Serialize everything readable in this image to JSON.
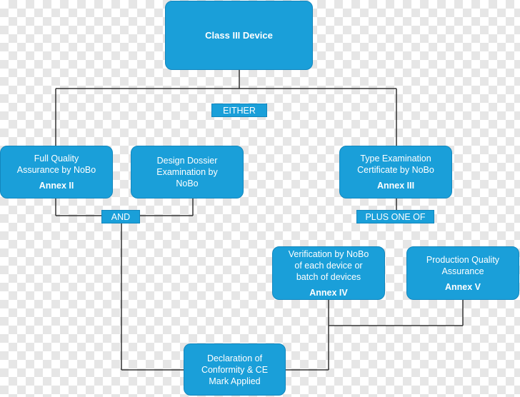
{
  "nodes": {
    "class_iii": {
      "label": "Class III Device"
    },
    "full_quality": {
      "lines": [
        "Full Quality",
        "Assurance by NoBo"
      ],
      "annex": "Annex II"
    },
    "design_dossier": {
      "lines": [
        "Design Dossier",
        "Examination by",
        "NoBo"
      ]
    },
    "type_exam": {
      "lines": [
        "Type Examination",
        "Certificate by NoBo"
      ],
      "annex": "Annex III"
    },
    "verification": {
      "lines": [
        "Verification by NoBo",
        "of each device or",
        "batch of devices"
      ],
      "annex": "Annex IV"
    },
    "production_quality": {
      "lines": [
        "Production Quality",
        "Assurance"
      ],
      "annex": "Annex V"
    },
    "declaration": {
      "lines": [
        "Declaration of",
        "Conformity & CE",
        "Mark Applied"
      ]
    }
  },
  "tags": {
    "either": "EITHER",
    "and": "AND",
    "plus_one_of": "PLUS ONE OF"
  },
  "colors": {
    "box_fill": "#1a9fd9",
    "box_border": "#1386bd",
    "connector": "#333333",
    "text": "#ffffff"
  }
}
